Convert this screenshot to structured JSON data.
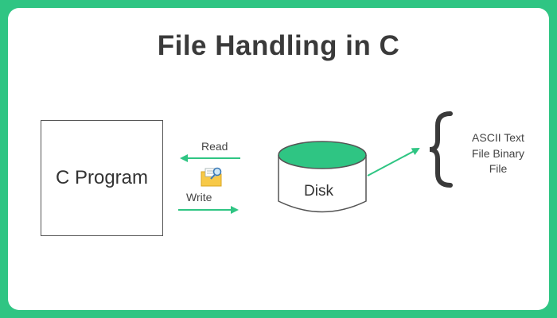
{
  "title": "File Handling in C",
  "program_label": "C Program",
  "read_label": "Read",
  "write_label": "Write",
  "disk_label": "Disk",
  "file_types": [
    "ASCII Text",
    "File Binary",
    "File"
  ],
  "file-icon": "folder-search-icon",
  "colors": {
    "background": "#2fc583",
    "accent": "#2fc583",
    "text": "#3a3a3a"
  }
}
